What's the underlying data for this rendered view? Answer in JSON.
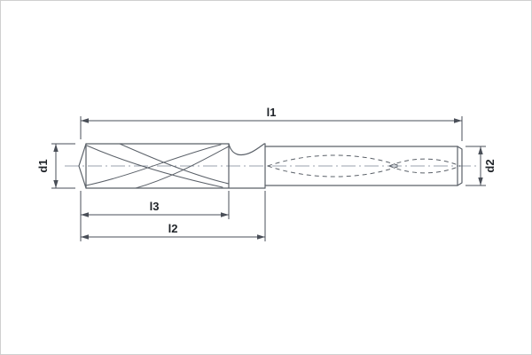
{
  "labels": {
    "l1": "l1",
    "l2": "l2",
    "l3": "l3",
    "d1": "d1",
    "d2": "d2"
  },
  "colors": {
    "background": "#ffffff",
    "outline": "#5a6068",
    "dimension": "#4a4f58",
    "centerline": "#9aa2ae",
    "label": "#1f2328",
    "border": "#cfcfcf"
  }
}
